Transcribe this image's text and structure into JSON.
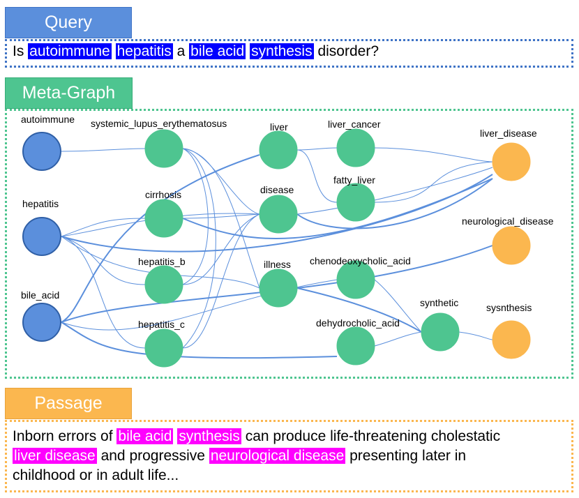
{
  "query": {
    "tab_label": "Query",
    "segments": [
      {
        "text": "Is ",
        "hl": false
      },
      {
        "text": "autoimmune",
        "hl": true
      },
      {
        "text": " ",
        "hl": false
      },
      {
        "text": "hepatitis",
        "hl": true
      },
      {
        "text": " a ",
        "hl": false
      },
      {
        "text": "bile acid",
        "hl": true
      },
      {
        "text": " ",
        "hl": false
      },
      {
        "text": "synthesis",
        "hl": true
      },
      {
        "text": " disorder?",
        "hl": false
      }
    ]
  },
  "meta_graph": {
    "tab_label": "Meta-Graph",
    "colors": {
      "query_node": "#5b8fdc",
      "intermediate_node": "#4ec590",
      "passage_node": "#fbb74f",
      "edge": "#5b8fdc"
    },
    "nodes": [
      {
        "id": "autoimmune",
        "label": "autoimmune",
        "group": "query"
      },
      {
        "id": "hepatitis",
        "label": "hepatitis",
        "group": "query"
      },
      {
        "id": "bile_acid",
        "label": "bile_acid",
        "group": "query"
      },
      {
        "id": "sle",
        "label": "systemic_lupus_erythematosus",
        "group": "intermediate"
      },
      {
        "id": "cirrhosis",
        "label": "cirrhosis",
        "group": "intermediate"
      },
      {
        "id": "hepatitis_b",
        "label": "hepatitis_b",
        "group": "intermediate"
      },
      {
        "id": "hepatitis_c",
        "label": "hepatitis_c",
        "group": "intermediate"
      },
      {
        "id": "liver",
        "label": "liver",
        "group": "intermediate"
      },
      {
        "id": "disease",
        "label": "disease",
        "group": "intermediate"
      },
      {
        "id": "illness",
        "label": "illness",
        "group": "intermediate"
      },
      {
        "id": "liver_cancer",
        "label": "liver_cancer",
        "group": "intermediate"
      },
      {
        "id": "fatty_liver",
        "label": "fatty_liver",
        "group": "intermediate"
      },
      {
        "id": "cdca",
        "label": "chenodeoxycholic_acid",
        "group": "intermediate"
      },
      {
        "id": "dhca",
        "label": "dehydrocholic_acid",
        "group": "intermediate"
      },
      {
        "id": "synthetic",
        "label": "synthetic",
        "group": "intermediate"
      },
      {
        "id": "liver_disease",
        "label": "liver_disease",
        "group": "passage"
      },
      {
        "id": "neurological_disease",
        "label": "neurological_disease",
        "group": "passage"
      },
      {
        "id": "sysnthesis",
        "label": "sysnthesis",
        "group": "passage"
      }
    ]
  },
  "passage": {
    "tab_label": "Passage",
    "lines": [
      [
        {
          "text": "Inborn errors of ",
          "hl": false
        },
        {
          "text": "bile acid",
          "hl": true
        },
        {
          "text": " ",
          "hl": false
        },
        {
          "text": "synthesis",
          "hl": true
        },
        {
          "text": " can produce life-threatening cholestatic",
          "hl": false
        }
      ],
      [
        {
          "text": "liver disease",
          "hl": true
        },
        {
          "text": " and progressive ",
          "hl": false
        },
        {
          "text": "neurological disease",
          "hl": true
        },
        {
          "text": " presenting later in",
          "hl": false
        }
      ],
      [
        {
          "text": "childhood or in adult life...",
          "hl": false
        }
      ]
    ]
  }
}
